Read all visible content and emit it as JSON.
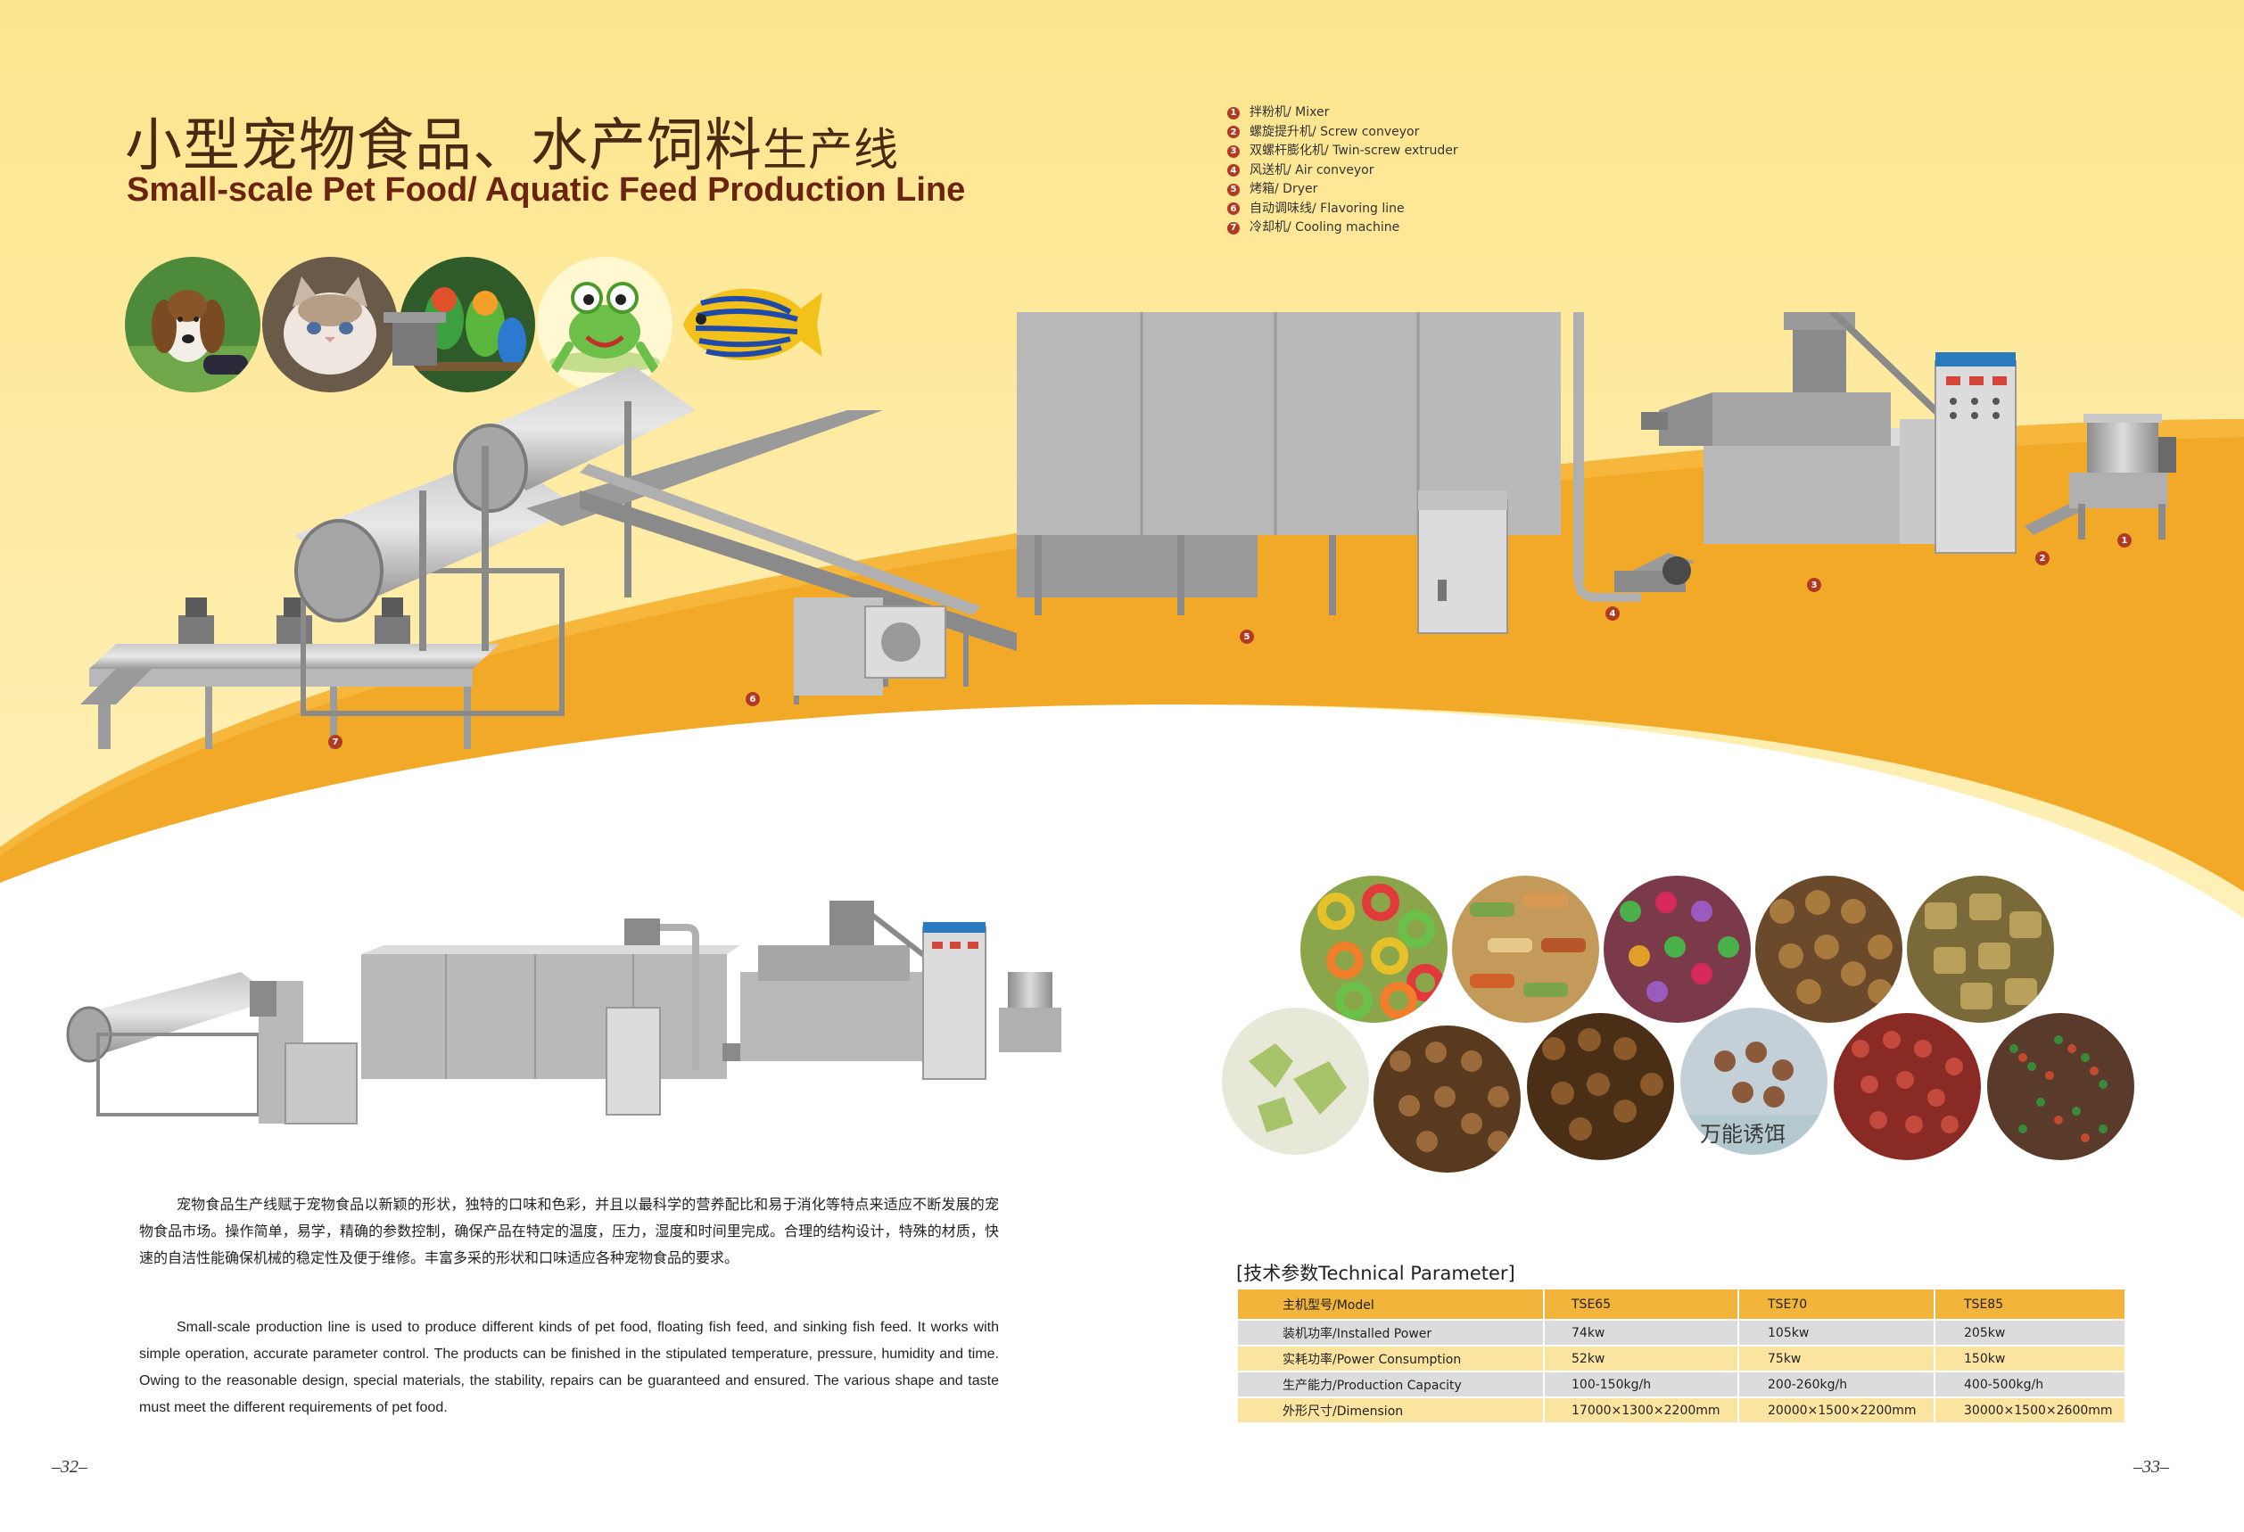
{
  "title": {
    "cn_main": "小型宠物食品、水产饲料",
    "cn_suffix": "生产线",
    "en": "Small-scale Pet Food/ Aquatic Feed Production Line"
  },
  "legend": [
    {
      "num": "1",
      "label": "拌粉机/ Mixer"
    },
    {
      "num": "2",
      "label": "螺旋提升机/ Screw conveyor"
    },
    {
      "num": "3",
      "label": "双螺杆膨化机/ Twin-screw extruder"
    },
    {
      "num": "4",
      "label": "风送机/ Air conveyor"
    },
    {
      "num": "5",
      "label": "烤箱/ Dryer"
    },
    {
      "num": "6",
      "label": "自动调味线/ Flavoring line"
    },
    {
      "num": "7",
      "label": "冷却机/ Cooling machine"
    }
  ],
  "markers": [
    "1",
    "2",
    "3",
    "4",
    "5",
    "6",
    "7"
  ],
  "bag_text": "万能诱饵",
  "description": {
    "cn": "宠物食品生产线赋于宠物食品以新颖的形状，独特的口味和色彩，并且以最科学的营养配比和易于消化等特点来适应不断发展的宠物食品市场。操作简单，易学，精确的参数控制，确保产品在特定的温度，压力，湿度和时间里完成。合理的结构设计，特殊的材质，快速的自洁性能确保机械的稳定性及便于维修。丰富多采的形状和口味适应各种宠物食品的要求。",
    "en": "Small-scale production line is used to produce different  kinds of pet food, floating fish feed, and sinking fish feed. It works with simple operation, accurate parameter control. The products can be finished in the stipulated temperature, pressure, humidity and time. Owing to the reasonable design, special materials, the stability, repairs can be guaranteed and  ensured. The various shape and taste must meet the different requirements of pet food."
  },
  "tech_params": {
    "title": "[技术参数Technical Parameter]",
    "header": [
      "主机型号/Model",
      "TSE65",
      "TSE70",
      "TSE85"
    ],
    "rows": [
      [
        "装机功率/Installed Power",
        "74kw",
        "105kw",
        "205kw"
      ],
      [
        "实耗功率/Power Consumption",
        "52kw",
        "75kw",
        "150kw"
      ],
      [
        "生产能力/Production Capacity",
        "100-150kg/h",
        "200-260kg/h",
        "400-500kg/h"
      ],
      [
        "外形尺寸/Dimension",
        "17000×1300×2200mm",
        "20000×1500×2200mm",
        "30000×1500×2600mm"
      ]
    ]
  },
  "pages": {
    "left": "–32–",
    "right": "–33–"
  },
  "colors": {
    "background_top": "#fde796",
    "band_orange": "#f3a928",
    "title_dark": "#4a2a12",
    "title_en": "#6b2410",
    "marker_red": "#b13a22",
    "table_header": "#f3b43c",
    "table_gray": "#dcdcdc",
    "table_yellow": "#fbe3a0"
  }
}
